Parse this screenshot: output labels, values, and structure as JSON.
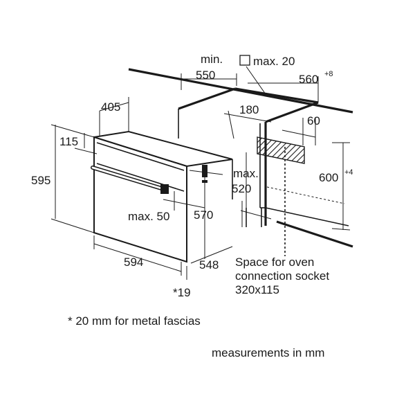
{
  "dimensions": {
    "min_label": "min.",
    "min_value": "550",
    "max_20": "max. 20",
    "value_560": "560",
    "tol_560": "+8",
    "value_405": "405",
    "value_180": "180",
    "value_60": "60",
    "value_115": "115",
    "value_595": "595",
    "max_label": "max.",
    "max_520": "520",
    "value_600": "600",
    "tol_600": "+4",
    "max_50": "max. 50",
    "value_570": "570",
    "value_594": "594",
    "value_548": "548",
    "value_19": "*19"
  },
  "socket": {
    "line1": "Space for oven",
    "line2": "connection socket",
    "line3": "320x115"
  },
  "notes": {
    "footnote": "* 20 mm for metal fascias",
    "units": "measurements in mm"
  }
}
